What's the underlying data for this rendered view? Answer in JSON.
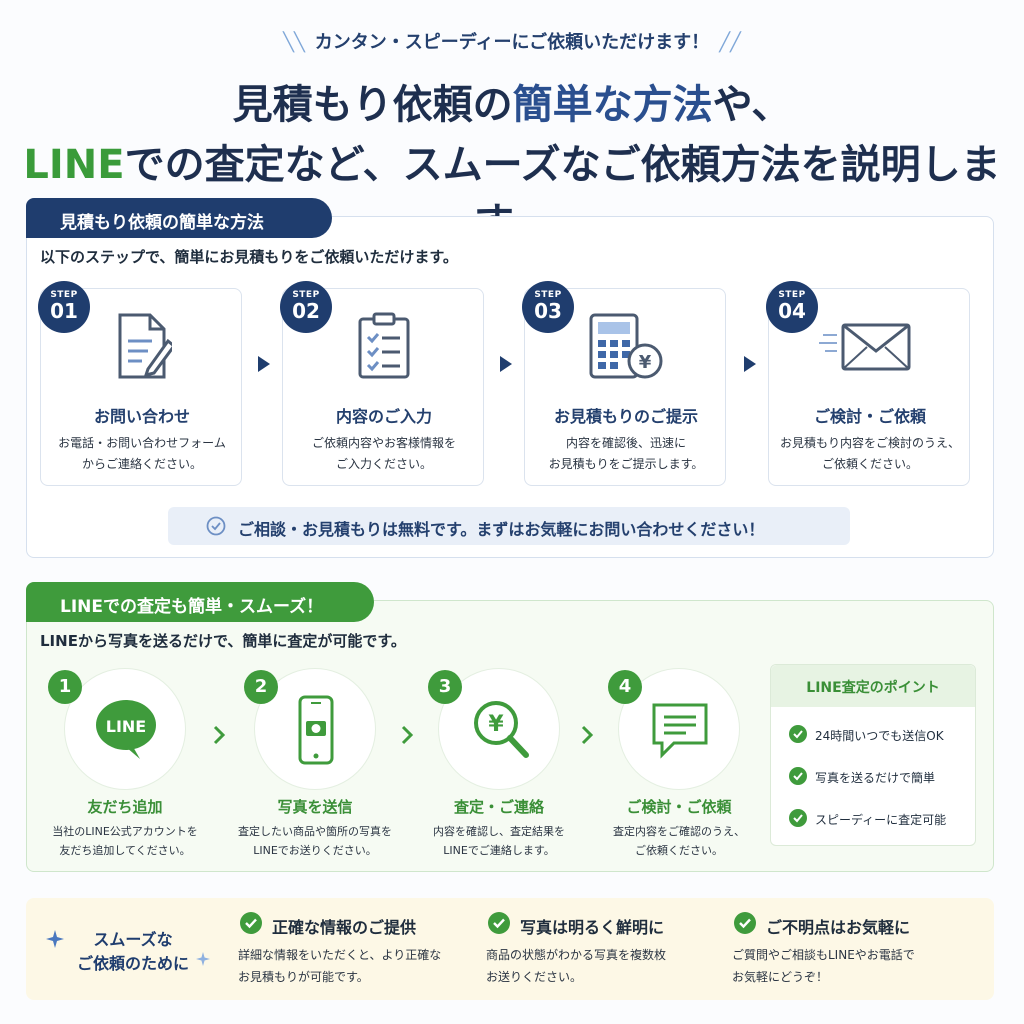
{
  "header": {
    "tagline": "カンタン・スピーディーにご依頼いただけます！",
    "headline_line1_a": "見積もり依頼の",
    "headline_line1_b": "簡単な方法",
    "headline_line1_c": "や、",
    "headline_line2_a": "LINE",
    "headline_line2_b": "での査定など、スムーズなご依頼方法を説明します。"
  },
  "estimate": {
    "tab_label": "見積もり依頼の簡単な方法",
    "intro": "以下のステップで、簡単にお見積もりをご依頼いただけます。",
    "step_word": "STEP",
    "steps": [
      {
        "num": "01",
        "title": "お問い合わせ",
        "desc1": "お電話・お問い合わせフォーム",
        "desc2": "からご連絡ください。",
        "icon": "document-pen-icon"
      },
      {
        "num": "02",
        "title": "内容のご入力",
        "desc1": "ご依頼内容やお客様情報を",
        "desc2": "ご入力ください。",
        "icon": "clipboard-checklist-icon"
      },
      {
        "num": "03",
        "title": "お見積もりのご提示",
        "desc1": "内容を確認後、迅速に",
        "desc2": "お見積もりをご提示します。",
        "icon": "calculator-yen-icon"
      },
      {
        "num": "04",
        "title": "ご検討・ご依頼",
        "desc1": "お見積もり内容をご検討のうえ、",
        "desc2": "ご依頼ください。",
        "icon": "envelope-icon"
      }
    ],
    "free_note": "ご相談・お見積もりは無料です。まずはお気軽にお問い合わせください！"
  },
  "line": {
    "tab_label": "LINEでの査定も簡単・スムーズ！",
    "intro": "LINEから写真を送るだけで、簡単に査定が可能です。",
    "bubble_text": "LINE",
    "steps": [
      {
        "num": "1",
        "title": "友だち追加",
        "desc1": "当社のLINE公式アカウントを",
        "desc2": "友だち追加してください。",
        "icon": "line-bubble-icon"
      },
      {
        "num": "2",
        "title": "写真を送信",
        "desc1": "査定したい商品や箇所の写真を",
        "desc2": "LINEでお送りください。",
        "icon": "smartphone-camera-icon"
      },
      {
        "num": "3",
        "title": "査定・ご連絡",
        "desc1": "内容を確認し、査定結果を",
        "desc2": "LINEでご連絡します。",
        "icon": "magnifier-yen-icon"
      },
      {
        "num": "4",
        "title": "ご検討・ご依頼",
        "desc1": "査定内容をご確認のうえ、",
        "desc2": "ご依頼ください。",
        "icon": "chat-bubble-icon"
      }
    ],
    "points_title": "LINE査定のポイント",
    "points": [
      "24時間いつでも送信OK",
      "写真を送るだけで簡単",
      "スピーディーに査定可能"
    ]
  },
  "tips": {
    "heading_line1": "スムーズな",
    "heading_line2": "ご依頼のために",
    "items": [
      {
        "title": "正確な情報のご提供",
        "desc1": "詳細な情報をいただくと、より正確な",
        "desc2": "お見積もりが可能です。"
      },
      {
        "title": "写真は明るく鮮明に",
        "desc1": "商品の状態がわかる写真を複数枚",
        "desc2": "お送りください。"
      },
      {
        "title": "ご不明点はお気軽に",
        "desc1": "ご質問やご相談もLINEやお電話で",
        "desc2": "お気軽にどうぞ！"
      }
    ]
  },
  "colors": {
    "navy": "#1f3d6e",
    "green": "#3f9b3c",
    "cream": "#fdf8e6"
  }
}
